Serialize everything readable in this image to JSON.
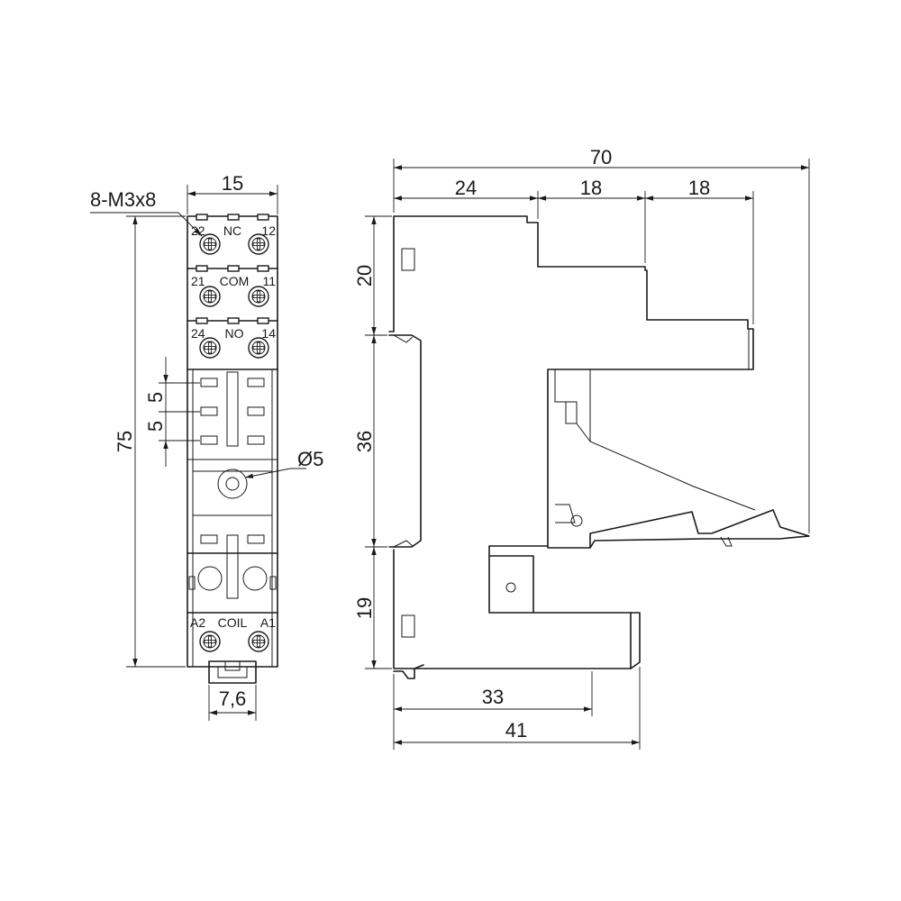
{
  "front_view": {
    "width_dim": "15",
    "height_dim": "75",
    "screw_spec": "8-M3x8",
    "pitch_dim_1": "5",
    "pitch_dim_2": "5",
    "hole_dim": "Ø5",
    "rail_dim": "7,6",
    "terminals": {
      "nc_left": "22",
      "nc_label": "NC",
      "nc_right": "12",
      "com_left": "21",
      "com_label": "COM",
      "com_right": "11",
      "no_left": "24",
      "no_label": "NO",
      "no_right": "14",
      "coil_left": "A2",
      "coil_label": "COIL",
      "coil_right": "A1"
    }
  },
  "side_view": {
    "total_width": "70",
    "step_1": "24",
    "step_2": "18",
    "step_3": "18",
    "height_top": "20",
    "height_mid": "36",
    "height_bottom": "19",
    "base_depth": "33",
    "base_width": "41"
  }
}
